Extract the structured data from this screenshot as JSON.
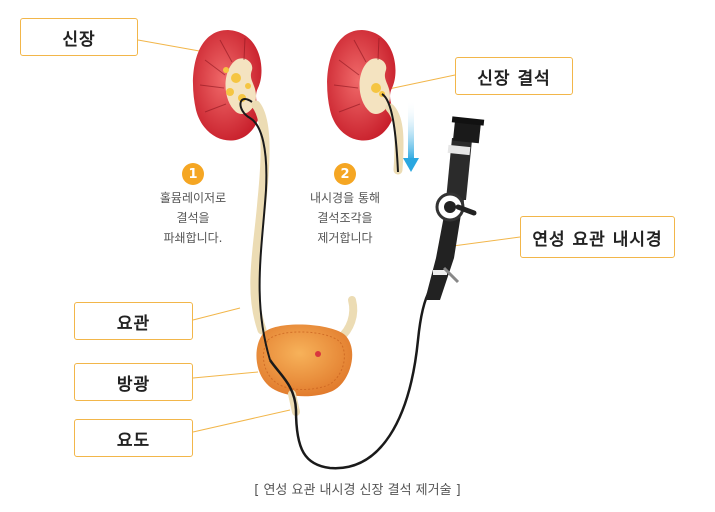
{
  "labels": {
    "kidney": "신장",
    "kidney_stone": "신장 결석",
    "ureteroscope": "연성 요관 내시경",
    "ureter": "요관",
    "bladder": "방광",
    "urethra": "요도"
  },
  "steps": [
    {
      "number": "1",
      "lines": [
        "홀뮴레이저로",
        "결석을",
        "파쇄합니다."
      ]
    },
    {
      "number": "2",
      "lines": [
        "내시경을 통해",
        "결석조각을",
        "제거합니다"
      ]
    }
  ],
  "caption": "[ 연성 요관 내시경 신장 결석 제거술 ]",
  "colors": {
    "accent": "#f5a623",
    "kidney": "#d9363e",
    "arrow": "#2aa7e0",
    "bladder": "#f09a3e"
  }
}
